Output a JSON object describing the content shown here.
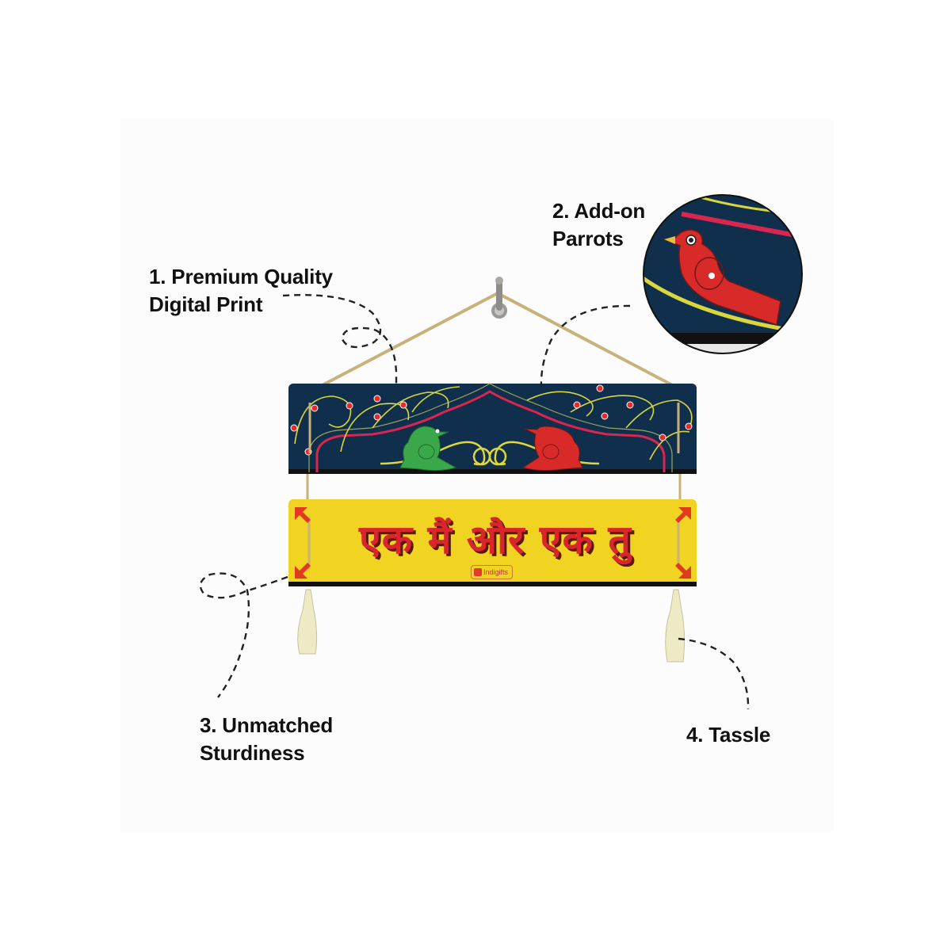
{
  "callouts": [
    {
      "id": 1,
      "line1": "1. Premium Quality",
      "line2": "Digital Print"
    },
    {
      "id": 2,
      "line1": "2. Add-on",
      "line2": "Parrots"
    },
    {
      "id": 3,
      "line1": "3. Unmatched",
      "line2": "Sturdiness"
    },
    {
      "id": 4,
      "line1": "4. Tassle"
    }
  ],
  "product": {
    "sign_text": "एक मैं और एक तु",
    "brand": "Indigifts",
    "icons": [
      "wall-hook-icon",
      "parrot-green-icon",
      "parrot-red-icon",
      "tassel-icon",
      "corner-arrow-icon"
    ]
  },
  "colors": {
    "top_board": "#0f2f4d",
    "bottom_board": "#f0d421",
    "text_red": "#d8262c",
    "rope": "#c9b27a",
    "tassel": "#eeeac6",
    "parrot_green": "#3aa84a",
    "parrot_red": "#d92a2a",
    "vine_yellow": "#d9d640"
  }
}
